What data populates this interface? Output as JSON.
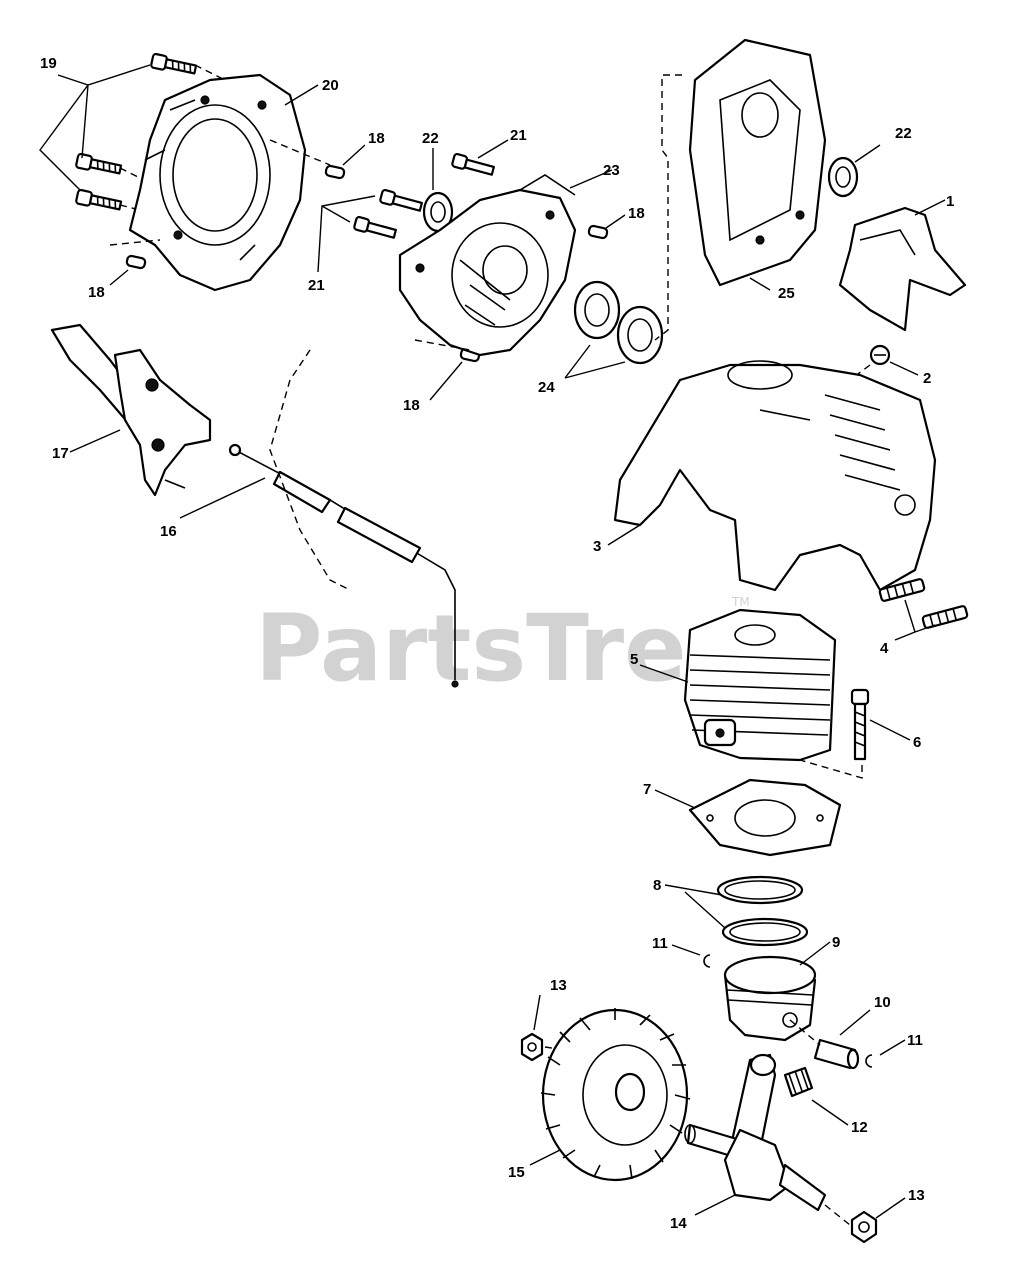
{
  "watermark": {
    "text": "PartsTree",
    "trademark": "TM"
  },
  "callouts": [
    {
      "id": "c19",
      "text": "19"
    },
    {
      "id": "c20",
      "text": "20"
    },
    {
      "id": "c18a",
      "text": "18"
    },
    {
      "id": "c22a",
      "text": "22"
    },
    {
      "id": "c21a",
      "text": "21"
    },
    {
      "id": "c23",
      "text": "23"
    },
    {
      "id": "c18b",
      "text": "18"
    },
    {
      "id": "c22b",
      "text": "22"
    },
    {
      "id": "c1",
      "text": "1"
    },
    {
      "id": "c18c",
      "text": "18"
    },
    {
      "id": "c21b",
      "text": "21"
    },
    {
      "id": "c25",
      "text": "25"
    },
    {
      "id": "c17",
      "text": "17"
    },
    {
      "id": "c24",
      "text": "24"
    },
    {
      "id": "c18d",
      "text": "18"
    },
    {
      "id": "c2",
      "text": "2"
    },
    {
      "id": "c16",
      "text": "16"
    },
    {
      "id": "c3",
      "text": "3"
    },
    {
      "id": "c4",
      "text": "4"
    },
    {
      "id": "c5",
      "text": "5"
    },
    {
      "id": "c6",
      "text": "6"
    },
    {
      "id": "c7",
      "text": "7"
    },
    {
      "id": "c8",
      "text": "8"
    },
    {
      "id": "c11a",
      "text": "11"
    },
    {
      "id": "c9",
      "text": "9"
    },
    {
      "id": "c13a",
      "text": "13"
    },
    {
      "id": "c10",
      "text": "10"
    },
    {
      "id": "c11b",
      "text": "11"
    },
    {
      "id": "c12",
      "text": "12"
    },
    {
      "id": "c15",
      "text": "15"
    },
    {
      "id": "c13b",
      "text": "13"
    },
    {
      "id": "c14",
      "text": "14"
    }
  ]
}
